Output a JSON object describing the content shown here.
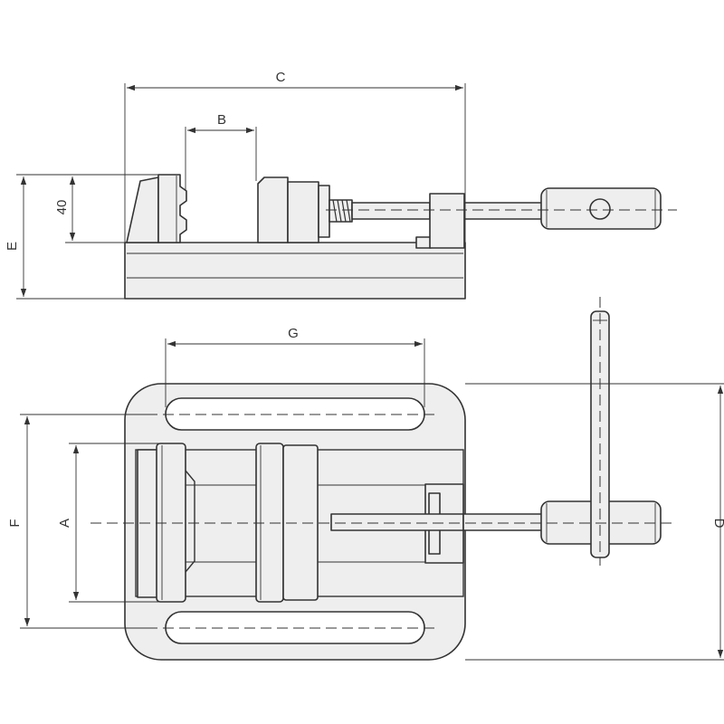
{
  "dimensions": {
    "a": "A",
    "b": "B",
    "c": "C",
    "d": "D",
    "e": "E",
    "f": "F",
    "g": "G",
    "jaw_height": "40"
  }
}
